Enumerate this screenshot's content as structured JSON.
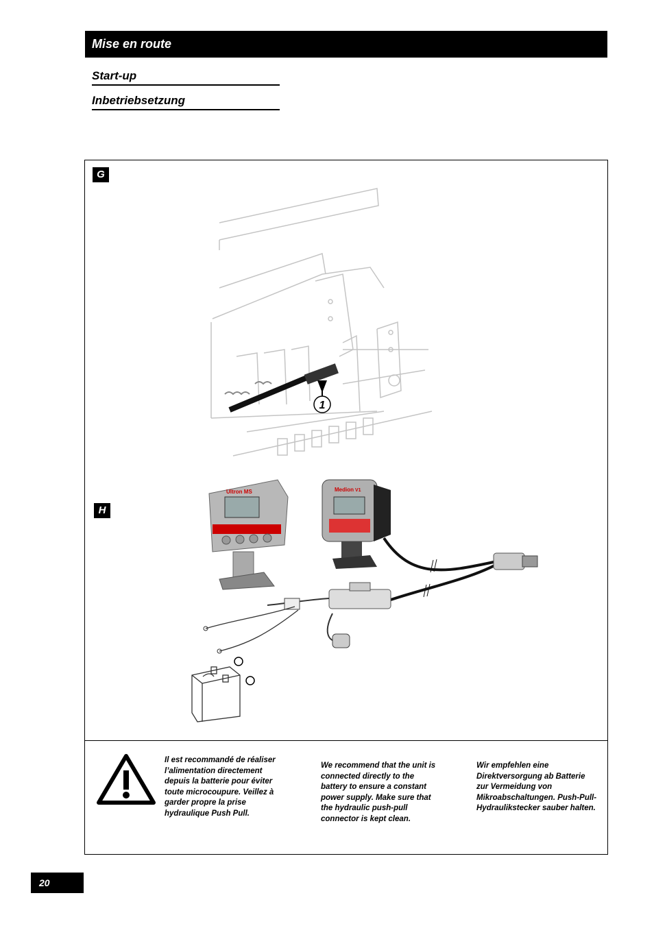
{
  "header": {
    "title": "Mise en route"
  },
  "subtitles": [
    "Start-up",
    "Inbetriebsetzung"
  ],
  "figures": {
    "g": {
      "label": "G",
      "callout": "1"
    },
    "h": {
      "label": "H",
      "display_left": "Ultron MS",
      "display_right": "Medion",
      "display_right_badge": "V1"
    }
  },
  "warning": {
    "icon": "warning-triangle-icon",
    "fr": "Il est recommandé de réaliser l’alimentation directement depuis la batterie pour éviter toute microcoupure. Veillez à garder propre la prise hydraulique Push Pull.",
    "en": "We recommend that the unit is connected directly to the battery to ensure a constant power supply. Make sure that the hydraulic push-pull connector is kept clean.",
    "de": "Wir empfehlen eine Direktversorgung ab Batterie zur Vermeidung von Mikroabschaltungen. Push-Pull-Hydraulikstecker sauber halten."
  },
  "page_number": "20"
}
